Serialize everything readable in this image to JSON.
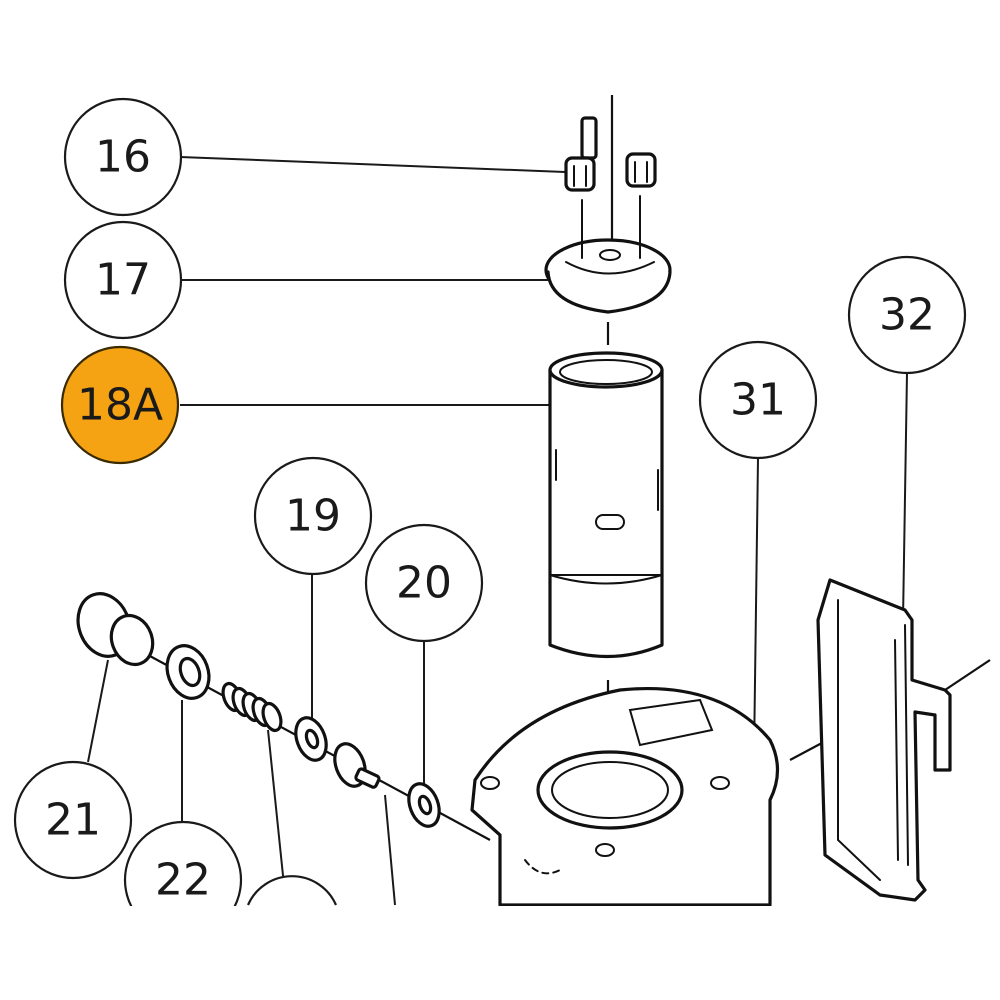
{
  "diagram": {
    "type": "exploded-parts-diagram",
    "highlight_color": "#f5a313",
    "callouts": [
      {
        "id": "16",
        "label": "16",
        "highlighted": false,
        "part": "gear-nuts"
      },
      {
        "id": "17",
        "label": "17",
        "highlighted": false,
        "part": "gear-plate"
      },
      {
        "id": "18A",
        "label": "18A",
        "highlighted": true,
        "part": "cylinder-sleeve"
      },
      {
        "id": "19",
        "label": "19",
        "highlighted": false,
        "part": "washer"
      },
      {
        "id": "20",
        "label": "20",
        "highlighted": false,
        "part": "washer"
      },
      {
        "id": "21",
        "label": "21",
        "highlighted": false,
        "part": "plug-cap"
      },
      {
        "id": "22",
        "label": "22",
        "highlighted": false,
        "part": "washer"
      },
      {
        "id": "31",
        "label": "31",
        "highlighted": false,
        "part": "housing"
      },
      {
        "id": "32",
        "label": "32",
        "highlighted": false,
        "part": "side-cover"
      }
    ]
  }
}
